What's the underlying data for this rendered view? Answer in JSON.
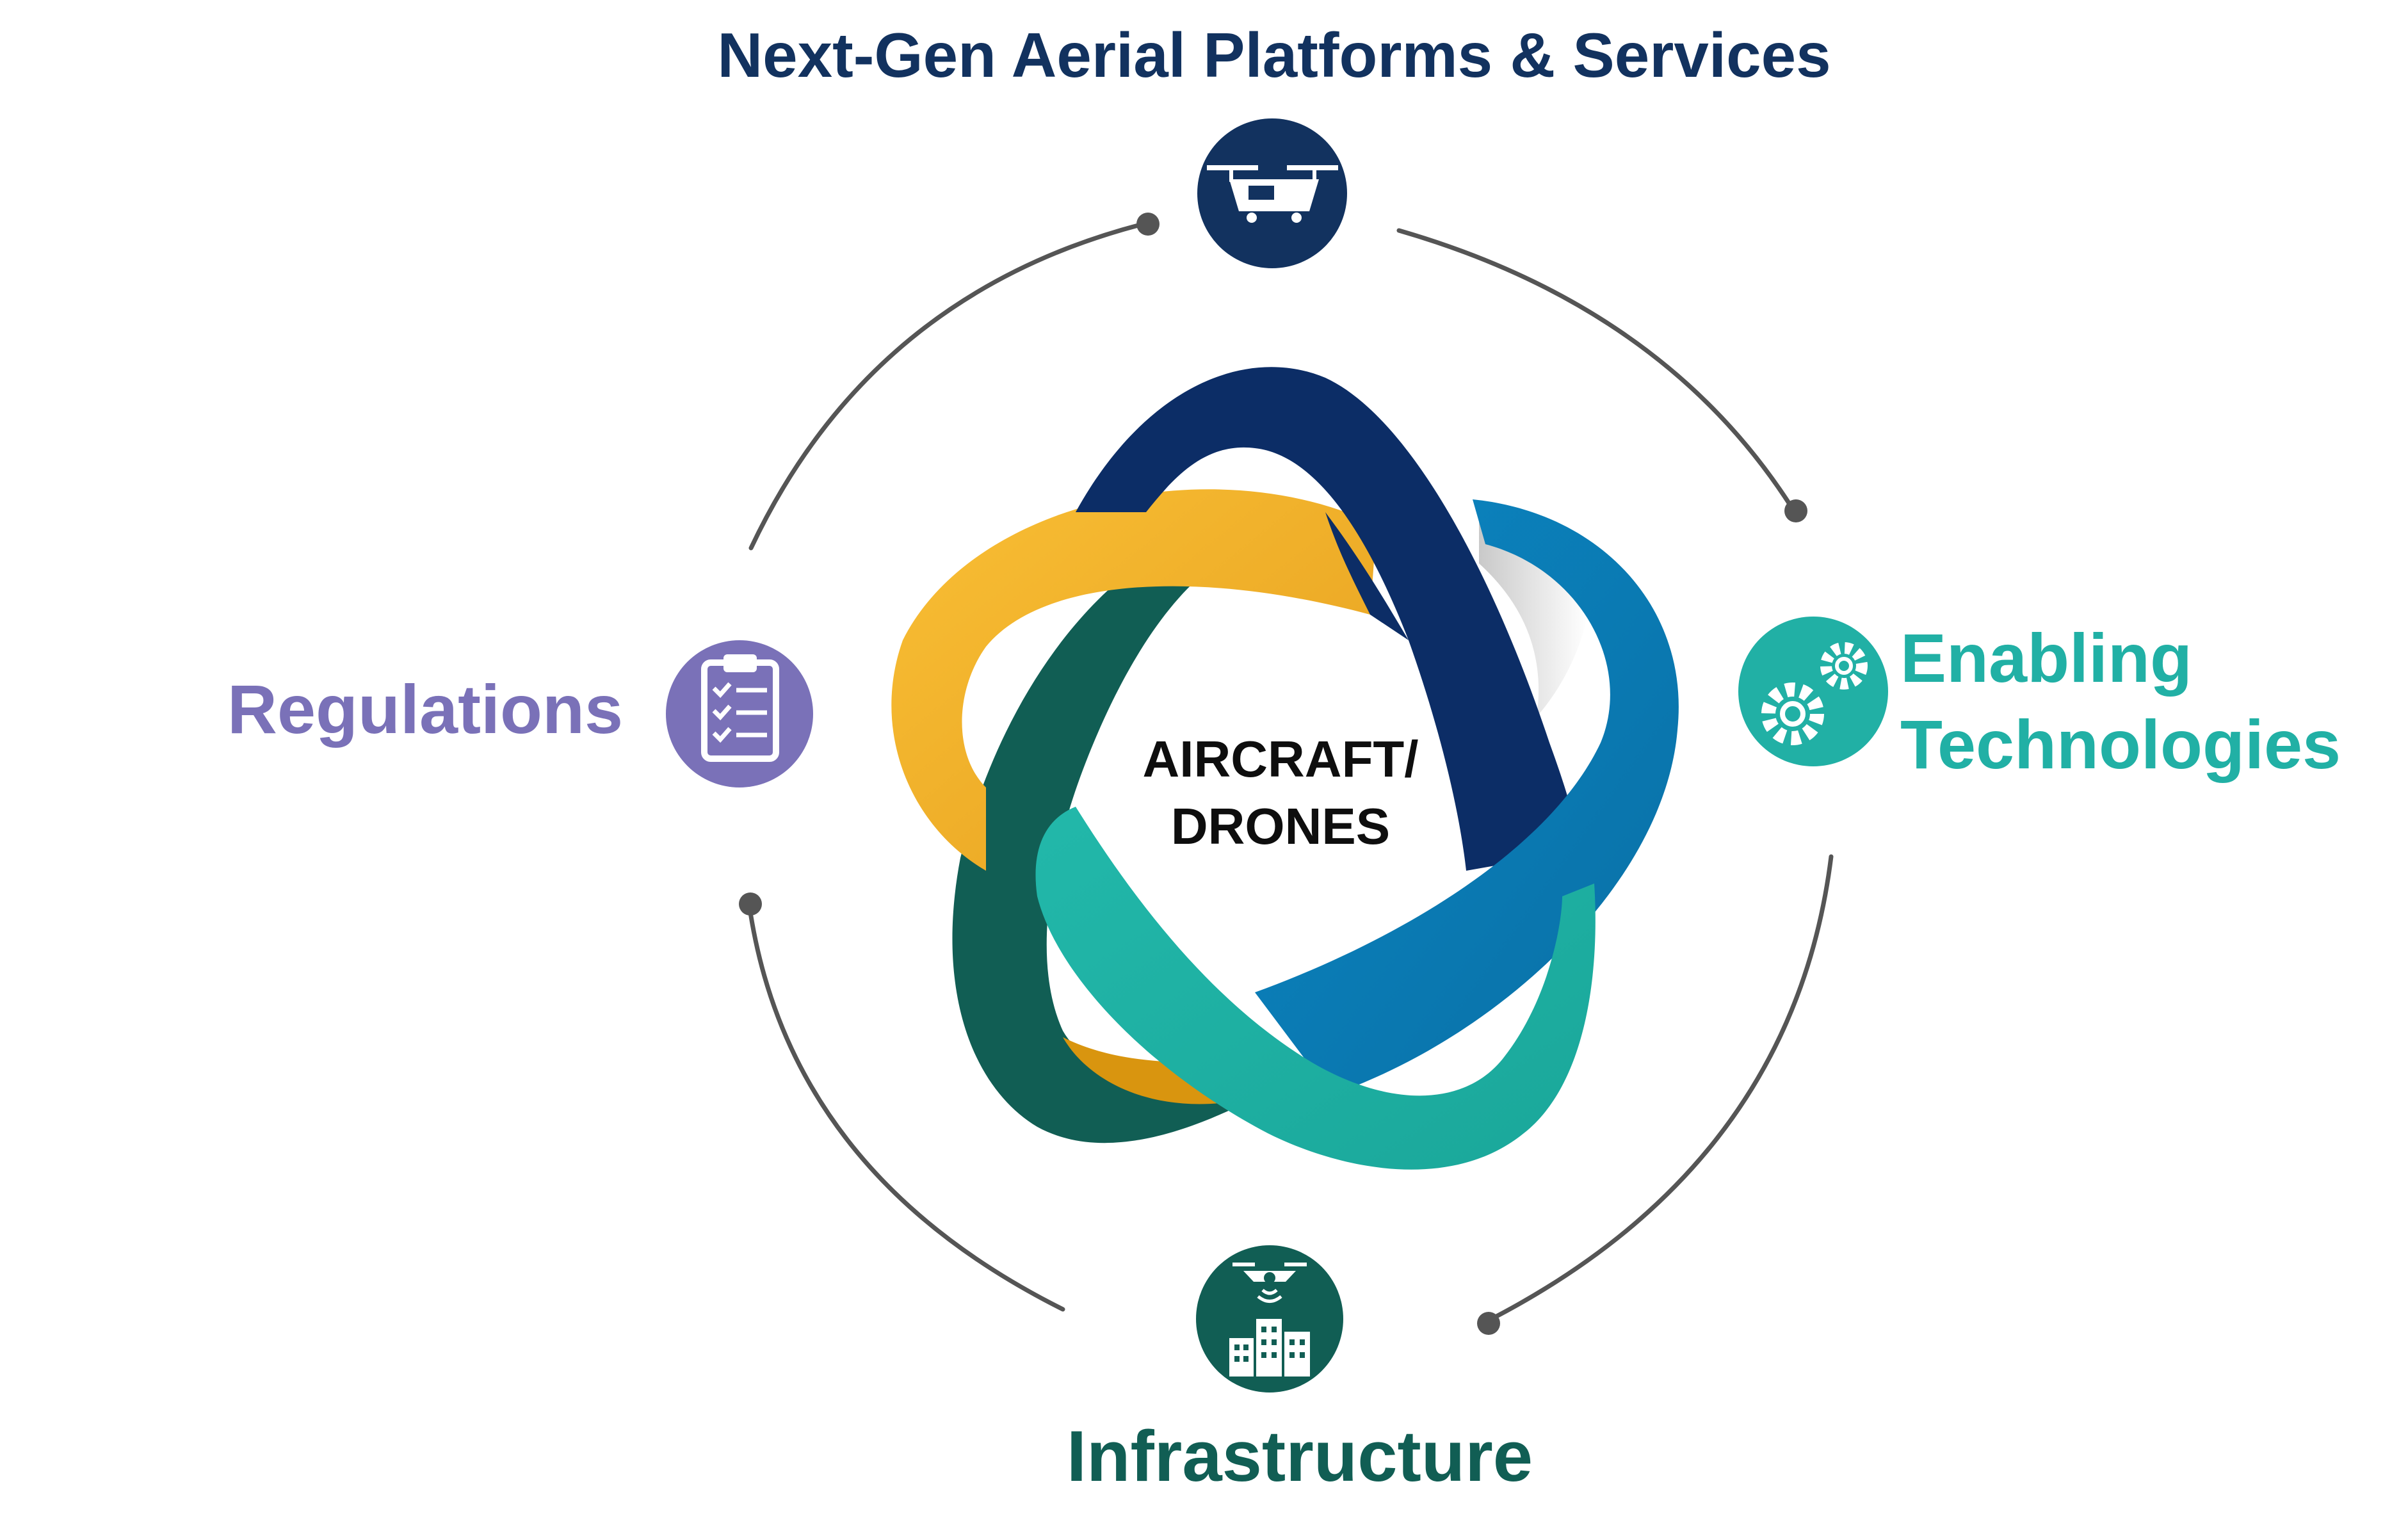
{
  "diagram": {
    "center": {
      "line1": "AIRCRAFT/",
      "line2": "DRONES"
    },
    "nodes": {
      "top": {
        "label": "Next-Gen Aerial Platforms & Services",
        "icon": "air-taxi-icon",
        "color": "#12325f"
      },
      "left": {
        "label": "Regulations",
        "icon": "clipboard-checklist-icon",
        "color": "#7a71b8"
      },
      "right": {
        "label_line1": "Enabling",
        "label_line2": "Technologies",
        "icon": "gears-icon",
        "color": "#21b0a5"
      },
      "bottom": {
        "label": "Infrastructure",
        "icon": "drone-city-icon",
        "color": "#115e54"
      }
    },
    "ribbon_colors": [
      "#0c2d66",
      "#0a7db8",
      "#21b5a8",
      "#115e54",
      "#f8bb33"
    ],
    "connector_color": "#555555"
  }
}
